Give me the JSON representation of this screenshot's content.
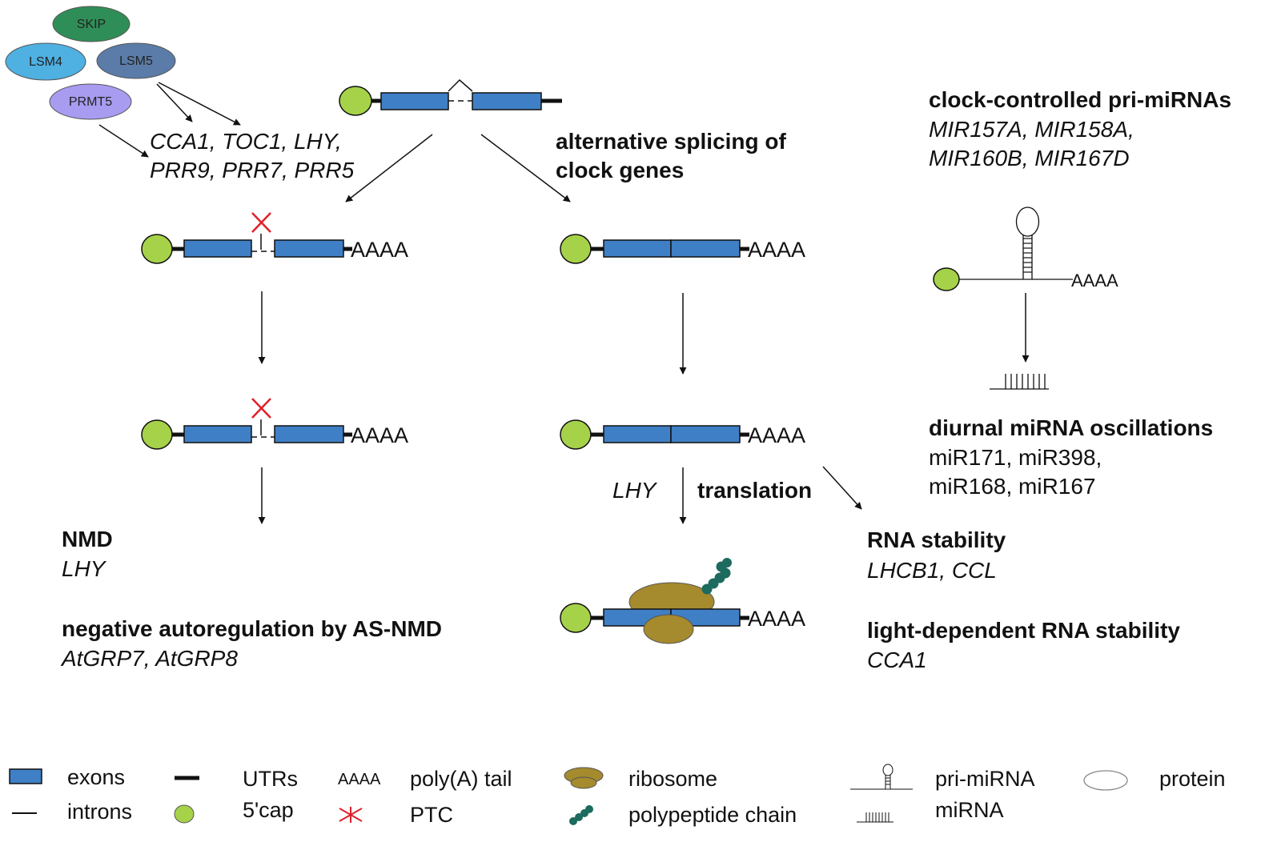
{
  "proteins": {
    "skip": "SKIP",
    "lsm4": "LSM4",
    "lsm5": "LSM5",
    "prmt5": "PRMT5"
  },
  "targets": {
    "line1": "CCA1, TOC1, LHY,",
    "line2": "PRR9, PRR7, PRR5"
  },
  "splicing": {
    "line1": "alternative splicing of",
    "line2": "clock genes"
  },
  "polyA": "AAAA",
  "mirna": {
    "title": "clock-controlled pri-miRNAs",
    "genes_line1": "MIR157A, MIR158A,",
    "genes_line2": "MIR160B, MIR167D",
    "pri_polyA": "AAAA",
    "osc_title": "diurnal miRNA oscillations",
    "osc_line1": "miR171, miR398,",
    "osc_line2": "miR168, miR167"
  },
  "nmd": {
    "title": "NMD",
    "gene": "LHY"
  },
  "autoreg": {
    "title": "negative autoregulation by AS-NMD",
    "genes": "AtGRP7, AtGRP8"
  },
  "translation": {
    "gene": "LHY",
    "label": "translation"
  },
  "stability": {
    "title": "RNA stability",
    "genes": "LHCB1, CCL",
    "light_title": "light-dependent RNA stability",
    "light_gene": "CCA1"
  },
  "legend": {
    "exons": "exons",
    "introns": "introns",
    "utrs": "UTRs",
    "cap": "5'cap",
    "polyA_symbol": "AAAA",
    "polyA": "poly(A) tail",
    "ptc": "PTC",
    "ribosome": "ribosome",
    "polypeptide": "polypeptide chain",
    "pri_mirna": "pri-miRNA",
    "mirna": "miRNA",
    "protein": "protein"
  },
  "colors": {
    "exon": "#3f7fc5",
    "cap": "#a6d24a",
    "ptc": "#e0202a",
    "ribosome": "#a58a2e",
    "polypeptide": "#1d6a5e",
    "skip": "#2f8e57",
    "lsm4": "#4fb0e2",
    "lsm5": "#5b7ca8",
    "prmt5": "#a79cf0"
  }
}
